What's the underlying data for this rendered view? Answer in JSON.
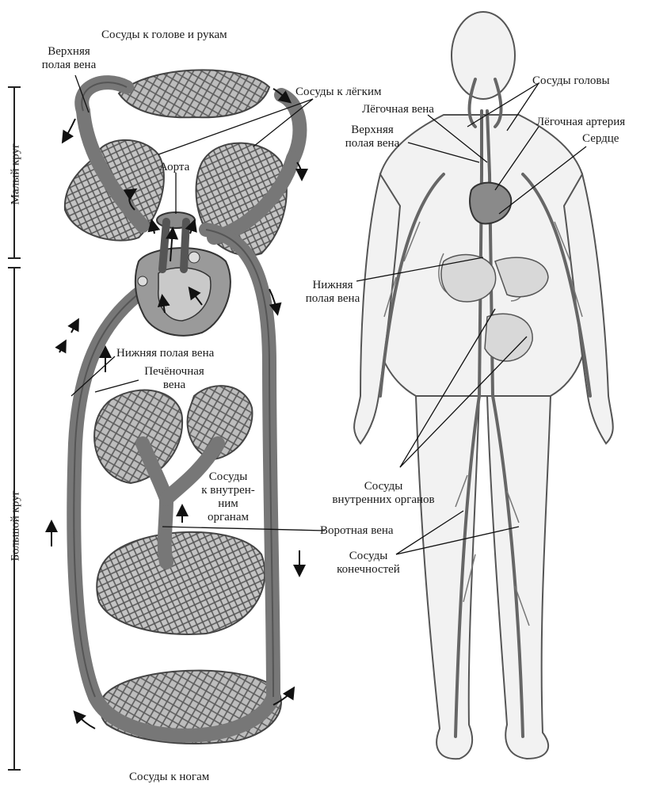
{
  "side_labels": {
    "small_circle": "Малый круг",
    "large_circle": "Большой круг"
  },
  "left_labels": {
    "head_arms_vessels": "Сосуды к голове и рукам",
    "superior_vena_cava_line1": "Верхняя",
    "superior_vena_cava_line2": "полая вена",
    "lung_vessels": "Сосуды к лёгким",
    "aorta": "Аорта",
    "inferior_vena_cava": "Нижняя полая вена",
    "hepatic_vein_line1": "Печёночная",
    "hepatic_vein_line2": "вена",
    "organ_vessels_line1": "Сосуды",
    "organ_vessels_line2": "к внутрен-",
    "organ_vessels_line3": "ним",
    "organ_vessels_line4": "органам",
    "portal_vein": "Воротная вена",
    "leg_vessels": "Сосуды к ногам"
  },
  "right_labels": {
    "head_vessels": "Сосуды головы",
    "pulmonary_vein": "Лёгочная вена",
    "pulmonary_artery": "Лёгочная артерия",
    "superior_vena_cava_line1": "Верхняя",
    "superior_vena_cava_line2": "полая вена",
    "heart": "Сердце",
    "inferior_vena_cava_line1": "Нижняя",
    "inferior_vena_cava_line2": "полая вена",
    "internal_organ_vessels_line1": "Сосуды",
    "internal_organ_vessels_line2": "внутренних органов",
    "limb_vessels_line1": "Сосуды",
    "limb_vessels_line2": "конечностей"
  }
}
